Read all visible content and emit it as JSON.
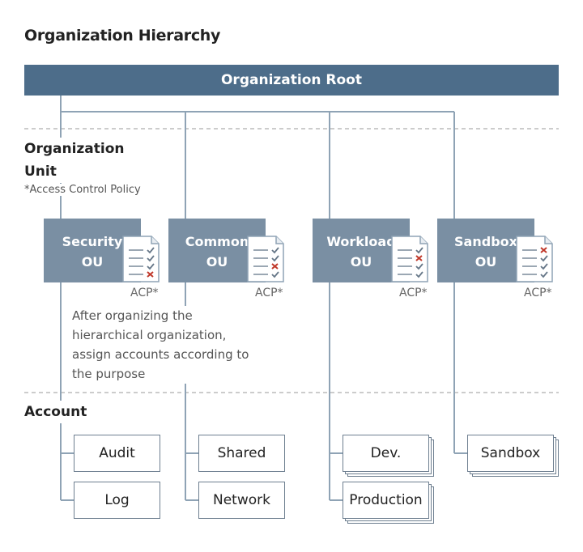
{
  "title": "Organization Hierarchy",
  "root": {
    "label": "Organization Root"
  },
  "sections": {
    "ou_label": "Organization\nUnit",
    "ou_note": "*Access Control Policy",
    "account_label": "Account"
  },
  "ous": [
    {
      "name": "Security\nOU",
      "acp": "ACP*",
      "checks": [
        "check",
        "check",
        "check",
        "cross"
      ]
    },
    {
      "name": "Common\nOU",
      "acp": "ACP*",
      "checks": [
        "check",
        "check",
        "cross",
        "check"
      ]
    },
    {
      "name": "Workload\nOU",
      "acp": "ACP*",
      "checks": [
        "check",
        "cross",
        "check",
        "check"
      ]
    },
    {
      "name": "Sandbox\nOU",
      "acp": "ACP*",
      "checks": [
        "cross",
        "check",
        "check",
        "check"
      ]
    }
  ],
  "description": "After organizing the hierarchical organization, assign accounts according to the purpose",
  "accounts": {
    "audit": "Audit",
    "log": "Log",
    "shared": "Shared",
    "network": "Network",
    "dev": "Dev.",
    "production": "Production",
    "sandbox": "Sandbox"
  },
  "colors": {
    "root": "#4d6d8a",
    "ou": "#7a8fa3",
    "line": "#8fa3b5",
    "check": "#667788",
    "cross": "#c0392b"
  }
}
